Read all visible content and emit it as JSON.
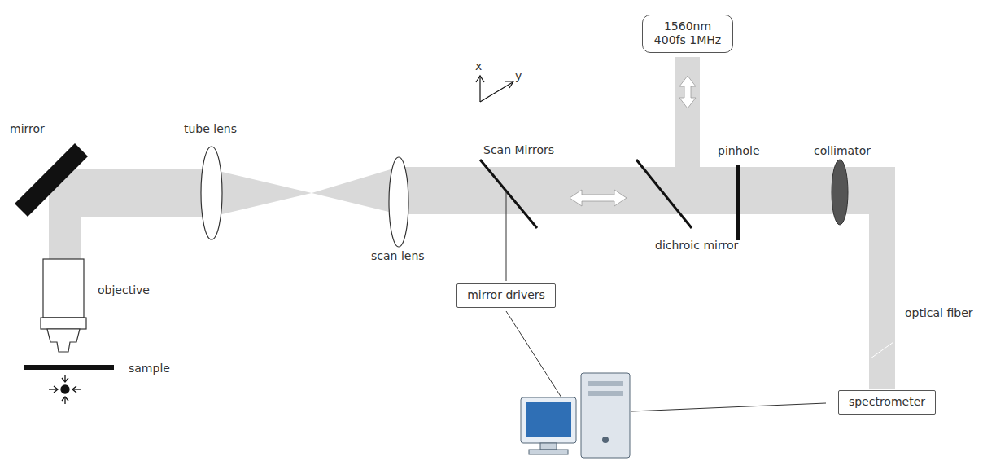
{
  "diagram": {
    "nodes": [
      {
        "text": [
          "1560nm 400fs 1MHz"
        ]
      },
      {
        "text": [
          "mirror drivers"
        ]
      },
      {
        "text": [
          "spectrometer"
        ]
      }
    ],
    "labels": [
      "x",
      "y",
      "mirror",
      "tube lens",
      "Scan Mirrors",
      "pinhole",
      "collimator",
      "scan lens",
      "dichroic mirror",
      "objective",
      "optical fiber",
      "sample"
    ]
  }
}
